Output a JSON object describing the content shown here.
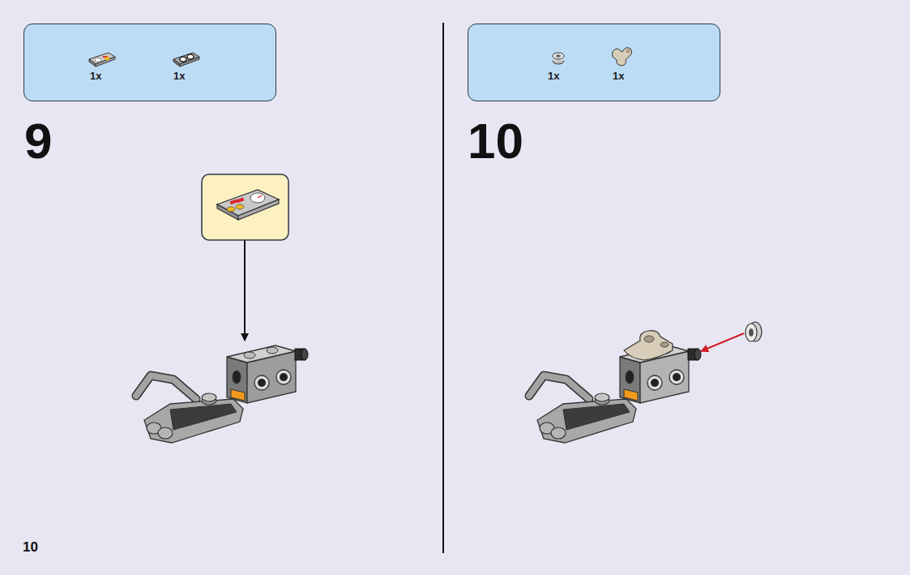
{
  "diagram": {
    "nodes": [
      {
        "text": [
          "1x",
          "1x"
        ]
      },
      {
        "text": [
          "1x",
          "1x"
        ]
      }
    ],
    "labels": [
      "9",
      "10",
      "10"
    ]
  }
}
